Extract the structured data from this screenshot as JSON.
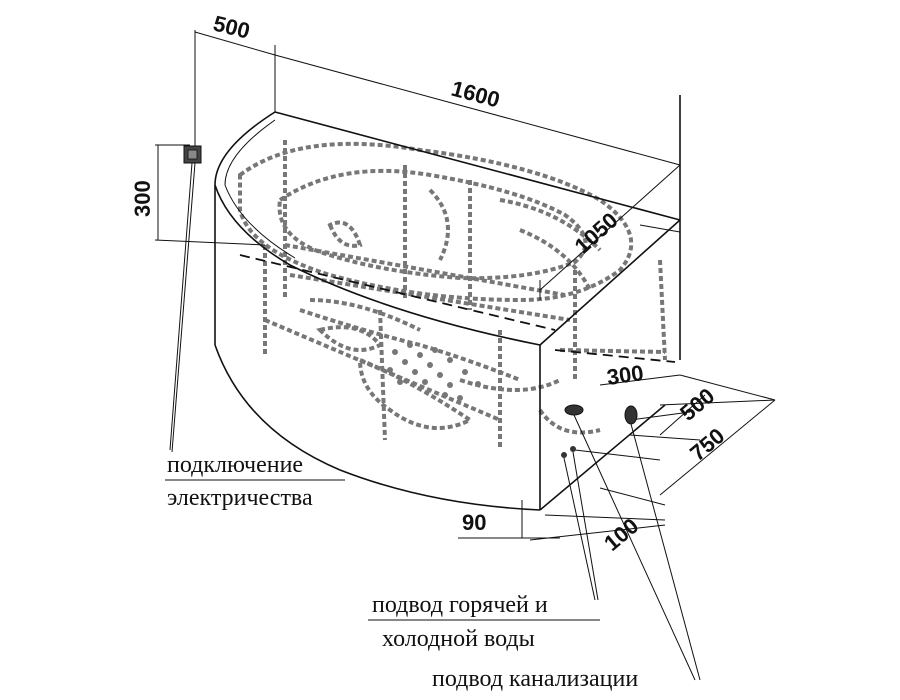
{
  "dimensions": {
    "offset_500_top": "500",
    "length_1600": "1600",
    "width_1050": "1050",
    "height_300_left": "300",
    "right_300": "300",
    "right_500": "500",
    "right_750": "750",
    "bottom_90": "90",
    "bottom_100": "100"
  },
  "labels": {
    "electricity_line1": "подключение",
    "electricity_line2": "электричества",
    "water_line1": "подвод горячей и",
    "water_line2": "холодной воды",
    "drain": "подвод канализации"
  },
  "colors": {
    "line": "#111111",
    "hidden": "#777777",
    "background": "#ffffff"
  }
}
